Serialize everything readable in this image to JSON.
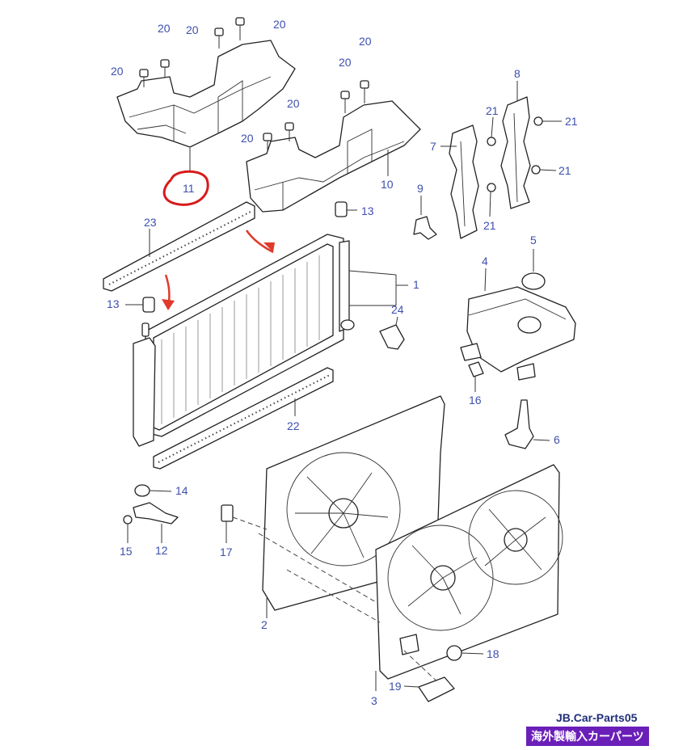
{
  "callouts": [
    {
      "id": "c1",
      "text": "1"
    },
    {
      "id": "c2",
      "text": "2"
    },
    {
      "id": "c3",
      "text": "3"
    },
    {
      "id": "c4",
      "text": "4"
    },
    {
      "id": "c5",
      "text": "5"
    },
    {
      "id": "c6",
      "text": "6"
    },
    {
      "id": "c7",
      "text": "7"
    },
    {
      "id": "c8",
      "text": "8"
    },
    {
      "id": "c9",
      "text": "9"
    },
    {
      "id": "c10",
      "text": "10"
    },
    {
      "id": "c11",
      "text": "11"
    },
    {
      "id": "c12",
      "text": "12"
    },
    {
      "id": "c13a",
      "text": "13"
    },
    {
      "id": "c13b",
      "text": "13"
    },
    {
      "id": "c14",
      "text": "14"
    },
    {
      "id": "c15",
      "text": "15"
    },
    {
      "id": "c16",
      "text": "16"
    },
    {
      "id": "c17",
      "text": "17"
    },
    {
      "id": "c18",
      "text": "18"
    },
    {
      "id": "c19",
      "text": "19"
    },
    {
      "id": "c20a",
      "text": "20"
    },
    {
      "id": "c20b",
      "text": "20"
    },
    {
      "id": "c20c",
      "text": "20"
    },
    {
      "id": "c20d",
      "text": "20"
    },
    {
      "id": "c20e",
      "text": "20"
    },
    {
      "id": "c20f",
      "text": "20"
    },
    {
      "id": "c20g",
      "text": "20"
    },
    {
      "id": "c20h",
      "text": "20"
    },
    {
      "id": "c21a",
      "text": "21"
    },
    {
      "id": "c21b",
      "text": "21"
    },
    {
      "id": "c21c",
      "text": "21"
    },
    {
      "id": "c21d",
      "text": "21"
    },
    {
      "id": "c22",
      "text": "22"
    },
    {
      "id": "c23",
      "text": "23"
    },
    {
      "id": "c24",
      "text": "24"
    }
  ],
  "watermark": {
    "title": "JB.Car-Parts05",
    "badge": "海外製輸入カーパーツ"
  },
  "colors": {
    "callout": "#3d4fae",
    "highlight_circle": "#d81b1b",
    "arrow": "#e03a2a",
    "badge_bg": "#6a1fb8"
  }
}
